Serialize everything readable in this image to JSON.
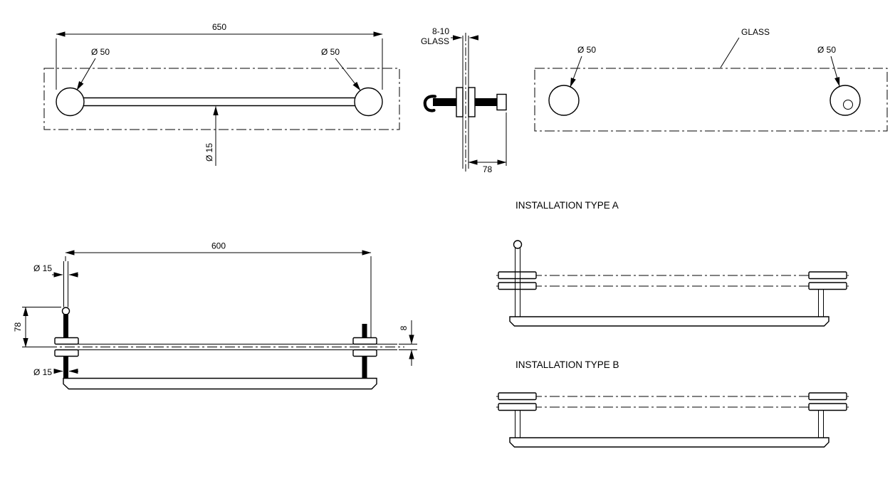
{
  "views": {
    "front": {
      "length": "650",
      "hole_left": "Ø 50",
      "hole_right": "Ø 50",
      "bar_diameter": "Ø 15"
    },
    "side": {
      "glass_thickness": "8-10",
      "glass_label": "GLASS",
      "projection": "78"
    },
    "back": {
      "glass_label": "GLASS",
      "hole_left": "Ø 50",
      "hole_right": "Ø 50"
    },
    "plan": {
      "length": "600",
      "post_diameter_top": "Ø 15",
      "projection": "78",
      "glass_thickness": "8",
      "post_diameter_bottom": "Ø 15"
    },
    "installation_a": {
      "title": "INSTALLATION TYPE A"
    },
    "installation_b": {
      "title": "INSTALLATION TYPE B"
    }
  },
  "colors": {
    "line": "#000000",
    "background": "#ffffff"
  }
}
